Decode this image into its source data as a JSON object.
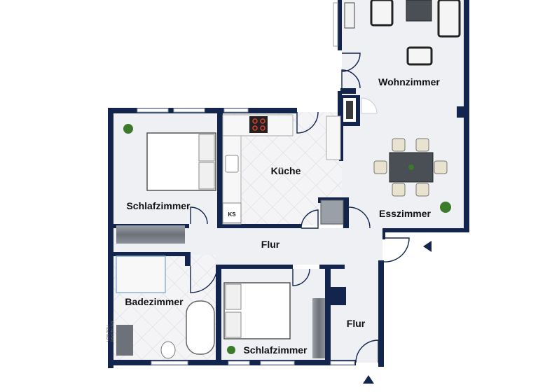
{
  "rooms": {
    "wohnzimmer": "Wohnzimmer",
    "kueche": "Küche",
    "esszimmer": "Esszimmer",
    "schlafzimmer_oben": "Schlafzimmer",
    "flur_mitte": "Flur",
    "badezimmer": "Badezimmer",
    "schlafzimmer_unten": "Schlafzimmer",
    "flur_unten": "Flur"
  },
  "fixtures": {
    "kuehlschrank": "KS"
  },
  "watermark": {
    "line1": "VON POLL",
    "line2": "IMMOBILIEN"
  },
  "colors": {
    "wall": "#14254d",
    "floor": "#eef0f4",
    "tile_line": "#d9dbe0",
    "plant": "#3a7a2a"
  },
  "icons": {
    "entrance_marker": "triangle-arrow-icon",
    "plant": "plant-icon"
  }
}
